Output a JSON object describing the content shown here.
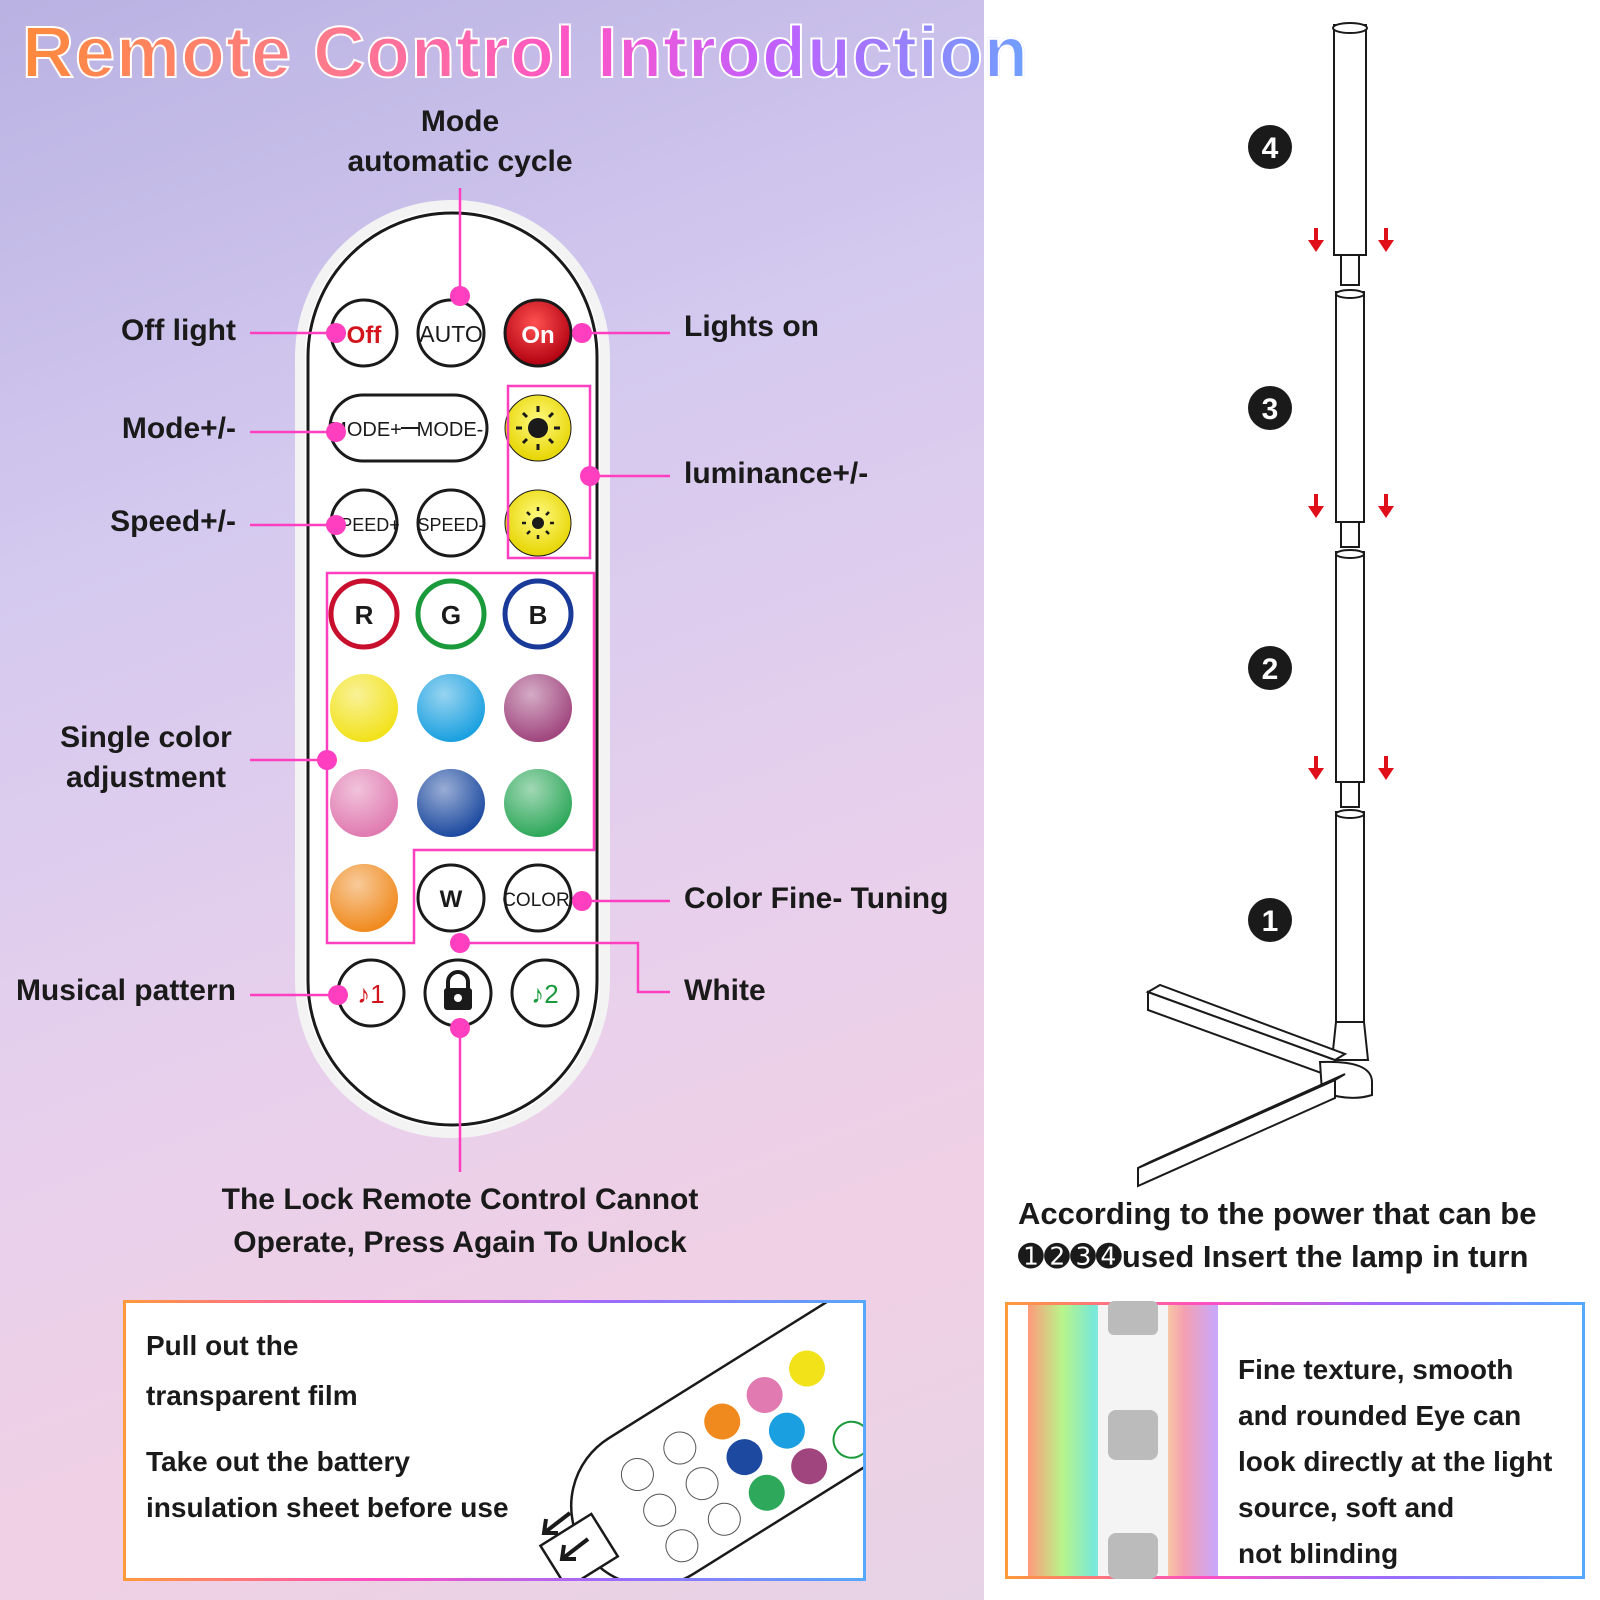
{
  "title": "Remote Control Introduction",
  "labels": {
    "mode_cycle": "Mode\nautomatic cycle",
    "off_light": "Off light",
    "lights_on": "Lights on",
    "mode_pm": "Mode+/-",
    "luminance": "luminance+/-",
    "speed_pm": "Speed+/-",
    "single_color": "Single color\nadjustment",
    "color_fine": "Color Fine- Tuning",
    "white": "White",
    "musical": "Musical pattern",
    "lock": "The Lock Remote Control Cannot\nOperate, Press Again To Unlock"
  },
  "remote_buttons": {
    "off": "Off",
    "auto": "AUTO",
    "on": "On",
    "mode_plus": "MODE+",
    "mode_minus": "MODE-",
    "speed_plus": "SPEED+",
    "speed_minus": "SPEED-",
    "r": "R",
    "g": "G",
    "b": "B",
    "w": "W",
    "color": "COLOR",
    "music1": "♪1",
    "music2": "♪2"
  },
  "color_buttons": [
    "#f2e21a",
    "#1aa0e0",
    "#a0457e",
    "#e07ab0",
    "#1d4aa0",
    "#2ea85a",
    "#f08a1e"
  ],
  "colors": {
    "accent": "#ff3fc0",
    "off_red": "#d4141c",
    "r_ring": "#c8102e",
    "g_ring": "#1a9a3a",
    "b_ring": "#1a3a9a",
    "arrow_red": "#e0101a"
  },
  "assembly": {
    "steps": [
      "4",
      "3",
      "2",
      "1"
    ],
    "caption_line1": "According to the power that can be",
    "caption_line2": "➊➋➌➍used Insert the lamp in turn"
  },
  "battery_box": {
    "line1": "Pull out the",
    "line2": "transparent film",
    "line3": "Take out the battery",
    "line4": "insulation sheet before use"
  },
  "texture_box": {
    "line1": "Fine texture, smooth",
    "line2": "and rounded Eye can",
    "line3": "look directly at the light",
    "line4": "source, soft and",
    "line5": "not blinding"
  }
}
